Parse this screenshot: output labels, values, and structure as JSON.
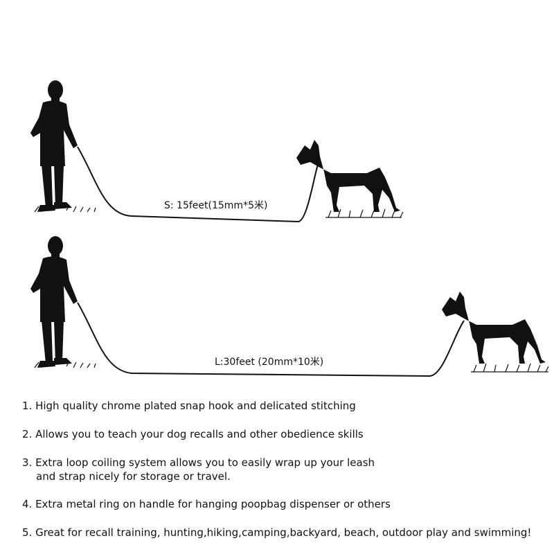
{
  "scenes": [
    {
      "id": "small",
      "label": "S: 15feet(15mm*5米)"
    },
    {
      "id": "large",
      "label": "L:30feet (20mm*10米)"
    }
  ],
  "features": [
    {
      "text": "1. High quality chrome plated snap hook and delicated stitching"
    },
    {
      "text": "2. Allows you to teach your dog recalls and other obedience skills"
    },
    {
      "text": "3. Extra loop coiling system allows you to easily wrap up your leash",
      "text2": "and strap nicely for storage or travel."
    },
    {
      "text": "4. Extra metal ring on handle for hanging poopbag dispenser or others"
    },
    {
      "text": "5. Great for recall training, hunting,hiking,camping,backyard, beach, outdoor play and swimming!"
    }
  ],
  "colors": {
    "silhouette": "#111111",
    "background": "#ffffff"
  },
  "icons": [
    "person-silhouette-icon",
    "dog-silhouette-icon",
    "grass-icon"
  ]
}
